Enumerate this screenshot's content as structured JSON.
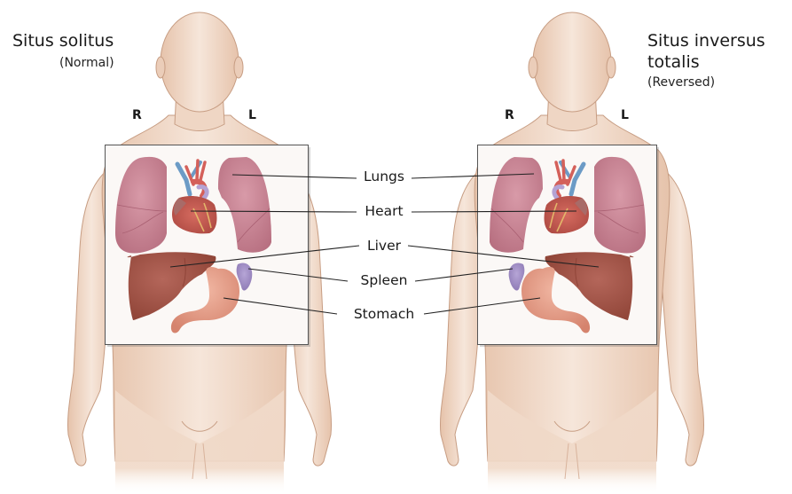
{
  "left_figure": {
    "title": "Situs solitus",
    "subtitle": "(Normal)",
    "side_right": "R",
    "side_left": "L"
  },
  "right_figure": {
    "title_line1": "Situs inversus",
    "title_line2": "totalis",
    "subtitle": "(Reversed)",
    "side_right": "R",
    "side_left": "L"
  },
  "labels": {
    "lungs": "Lungs",
    "heart": "Heart",
    "liver": "Liver",
    "spleen": "Spleen",
    "stomach": "Stomach"
  },
  "colors": {
    "skin": "#f0d9c8",
    "skin_edge": "#c79d83",
    "lung": "#c98595",
    "heart": "#c0584f",
    "vein": "#6c9bc6",
    "artery": "#d4605a",
    "liver": "#a45447",
    "spleen": "#9b88c0",
    "stomach": "#e39b86",
    "box_border": "#555555",
    "leader": "#222222"
  }
}
